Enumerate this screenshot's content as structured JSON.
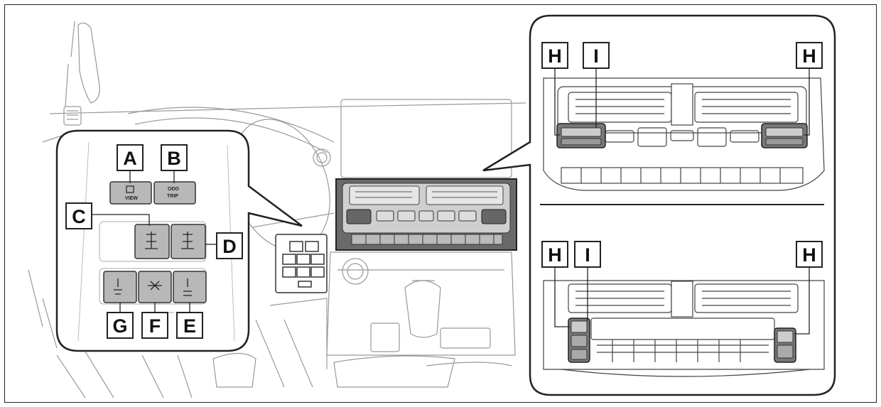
{
  "labels": {
    "a": "A",
    "b": "B",
    "c": "C",
    "d": "D",
    "e": "E",
    "f": "F",
    "g": "G",
    "h_top_left": "H",
    "i_top": "I",
    "h_top_right": "H",
    "h_bottom_left": "H",
    "i_bottom": "I",
    "h_bottom_right": "H"
  },
  "buttons": {
    "view_label": "VIEW",
    "odo_label": "ODO",
    "trip_label": "TRIP"
  },
  "colors": {
    "line": "#333333",
    "faint": "#9a9a9a",
    "button": "#b8b8b8",
    "panel_dark": "#555555"
  }
}
